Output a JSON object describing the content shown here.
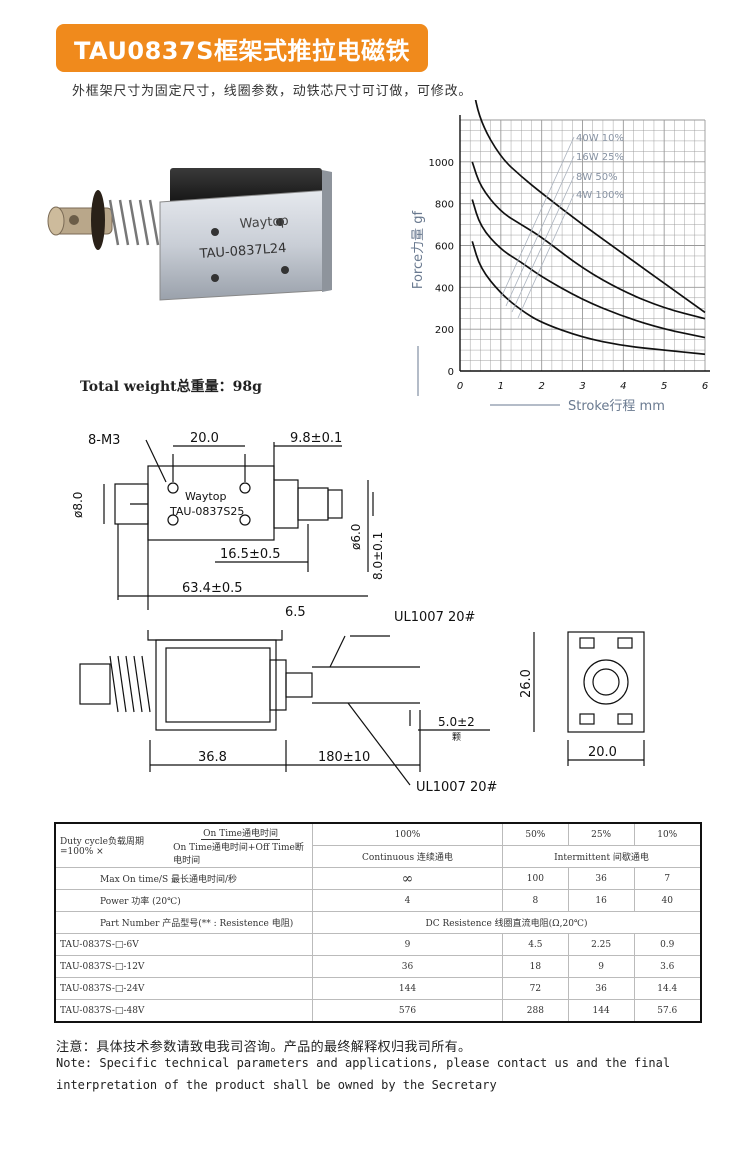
{
  "header": {
    "title": "TAU0837S框架式推拉电磁铁",
    "subtitle": "外框架尺寸为固定尺寸，线圈参数，动铁芯尺寸可订做，可修改。"
  },
  "photo": {
    "brand": "Waytop",
    "model": "TAU-0837L24"
  },
  "weight_label": "Total weight总重量：98g",
  "chart_data": {
    "type": "line",
    "ylabel": "Force力量 gf",
    "xlabel": "Stroke行程 mm",
    "xlim": [
      0,
      6
    ],
    "ylim": [
      0,
      1200
    ],
    "xticks": [
      "0",
      "1",
      "2",
      "3",
      "4",
      "5",
      "6"
    ],
    "yticks": [
      "0",
      "200",
      "400",
      "600",
      "800",
      "1000"
    ],
    "grid": true,
    "series": [
      {
        "name": "40W 10%",
        "x": [
          0.3,
          0.5,
          1.0,
          1.5,
          2.0,
          3.0,
          4.0,
          5.0,
          6.0
        ],
        "values": [
          1370,
          1190,
          1020,
          930,
          850,
          700,
          560,
          420,
          280
        ]
      },
      {
        "name": "16W 25%",
        "x": [
          0.3,
          0.5,
          1.0,
          1.5,
          2.0,
          3.0,
          4.0,
          5.0,
          6.0
        ],
        "values": [
          1000,
          880,
          760,
          700,
          640,
          490,
          380,
          300,
          250
        ]
      },
      {
        "name": "8W 50%",
        "x": [
          0.3,
          0.5,
          1.0,
          1.5,
          2.0,
          3.0,
          4.0,
          5.0,
          6.0
        ],
        "values": [
          820,
          690,
          580,
          520,
          450,
          340,
          260,
          200,
          160
        ]
      },
      {
        "name": "4W 100%",
        "x": [
          0.3,
          0.5,
          1.0,
          1.5,
          2.0,
          3.0,
          4.0,
          5.0,
          6.0
        ],
        "values": [
          620,
          490,
          370,
          290,
          230,
          160,
          120,
          100,
          80
        ]
      }
    ]
  },
  "drawing": {
    "m3": "8-M3",
    "d20": "20.0",
    "d98": "9.8±0.1",
    "brand": "Waytop",
    "model": "TAU-0837S25",
    "phi8": "ø8.0",
    "phi6": "ø6.0",
    "d80": "8.0±0.1",
    "d165": "16.5±0.5",
    "d634": "63.4±0.5",
    "d65": "6.5",
    "ul_top": "UL1007 20#",
    "d26": "26.0",
    "d50": "5.0±2",
    "d50_sub": "颗",
    "d368": "36.8",
    "d180": "180±10",
    "ul_bottom": "UL1007 20#",
    "d200b": "20.0"
  },
  "spec_table": {
    "duty_label": "Duty cycle负载周期=100% ×",
    "duty_num": "On Time通电时间",
    "duty_den": "On Time通电时间+Off Time断电时间",
    "duty_values": [
      "100%",
      "50%",
      "25%",
      "10%"
    ],
    "mode_values": [
      "Continuous 连续通电",
      "Intermittent 间歇通电"
    ],
    "max_on_label": "Max On time/S 最长通电时间/秒",
    "max_on_values": [
      "∞",
      "100",
      "36",
      "7"
    ],
    "power_label": "Power 功率 (20℃)",
    "power_values": [
      "4",
      "8",
      "16",
      "40"
    ],
    "part_label": "Part Number 产品型号(** : Resistence 电阻)",
    "dc_label": "DC Resistence 线圈直流电阻(Ω,20℃)",
    "rows": [
      {
        "part": "TAU-0837S-□-6V",
        "values": [
          "9",
          "4.5",
          "2.25",
          "0.9"
        ]
      },
      {
        "part": "TAU-0837S-□-12V",
        "values": [
          "36",
          "18",
          "9",
          "3.6"
        ]
      },
      {
        "part": "TAU-0837S-□-24V",
        "values": [
          "144",
          "72",
          "36",
          "14.4"
        ]
      },
      {
        "part": "TAU-0837S-□-48V",
        "values": [
          "576",
          "288",
          "144",
          "57.6"
        ]
      }
    ]
  },
  "notes": {
    "cn": "注意：具体技术参数请致电我司咨询。产品的最终解释权归我司所有。",
    "en_line1": "Note: Specific technical parameters and applications, please contact us and the final",
    "en_line2": "interpretation of the product shall be owned by the Secretary"
  },
  "colors": {
    "accent": "#f08a1c"
  }
}
